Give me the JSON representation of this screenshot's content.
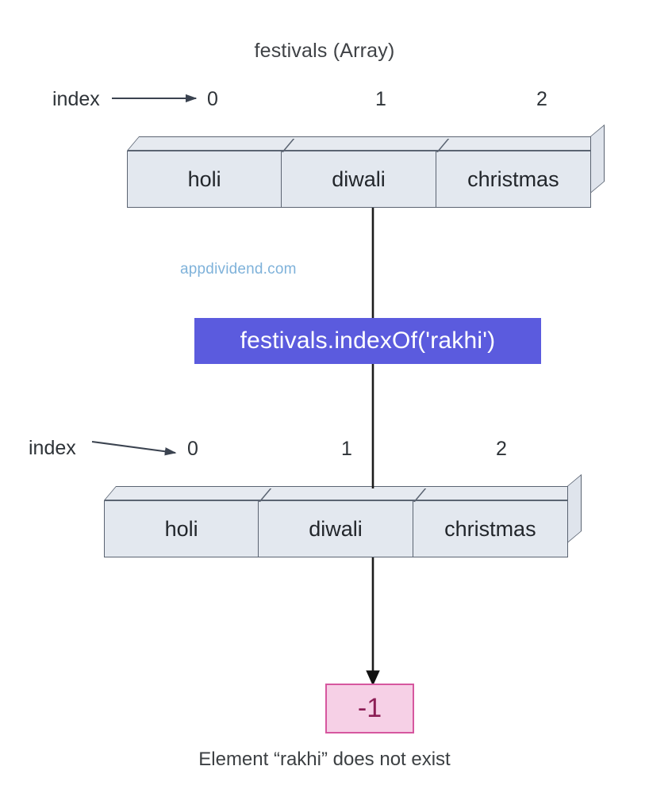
{
  "diagram": {
    "title": "festivals (Array)",
    "watermark": "appdividend.com",
    "caption": "Element “rakhi” does not exist",
    "colors": {
      "call_box_bg": "#5b5bde",
      "call_box_text": "#ffffff",
      "array_fill": "#e3e8ef",
      "array_stroke": "#5b6472",
      "result_fill": "#f6d0e6",
      "result_stroke": "#d6579f",
      "result_text": "#8c1e55",
      "watermark_text": "#7fb2da",
      "body_text": "#3c4043"
    }
  },
  "row1": {
    "index_label": "index",
    "indices": [
      "0",
      "1",
      "2"
    ],
    "cells": [
      "holi",
      "diwali",
      "christmas"
    ]
  },
  "row2": {
    "index_label": "index",
    "indices": [
      "0",
      "1",
      "2"
    ],
    "cells": [
      "holi",
      "diwali",
      "christmas"
    ]
  },
  "call": {
    "expression": "festivals.indexOf('rakhi')"
  },
  "result": {
    "value": "-1"
  },
  "icons": {
    "arrow_index_1": "arrow-right-icon",
    "arrow_index_2": "arrow-right-icon",
    "arrow_result": "arrow-down-icon"
  }
}
